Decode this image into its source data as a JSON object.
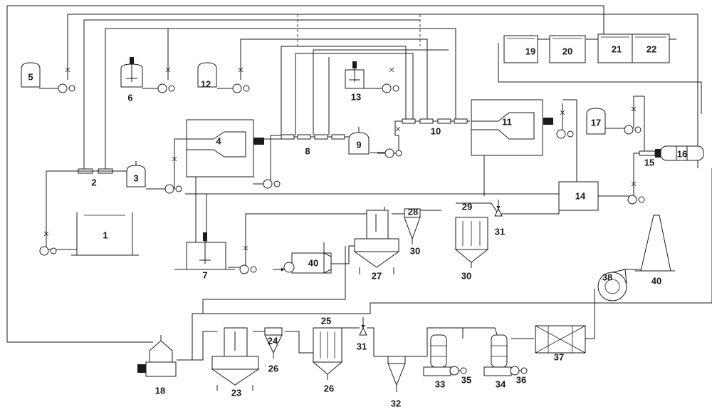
{
  "labels": {
    "n1": "1",
    "n2": "2",
    "n3": "3",
    "n4": "4",
    "n5": "5",
    "n6": "6",
    "n7": "7",
    "n8": "8",
    "n9": "9",
    "n10": "10",
    "n11": "11",
    "n12": "12",
    "n13": "13",
    "n14": "14",
    "n15": "15",
    "n16": "16",
    "n17": "17",
    "n18": "18",
    "n19": "19",
    "n20": "20",
    "n21": "21",
    "n22": "22",
    "n23": "23",
    "n24": "24",
    "n25": "25",
    "n26a": "26",
    "n26b": "26",
    "n27": "27",
    "n28": "28",
    "n29": "29",
    "n30a": "30",
    "n30b": "30",
    "n31a": "31",
    "n31b": "31",
    "n32": "32",
    "n33": "33",
    "n34": "34",
    "n35": "35",
    "n36": "36",
    "n37": "37",
    "n38": "38",
    "n40a": "40",
    "n40b": "40"
  },
  "colors": {
    "line": "#1a1a1a",
    "background": "#ffffff"
  }
}
